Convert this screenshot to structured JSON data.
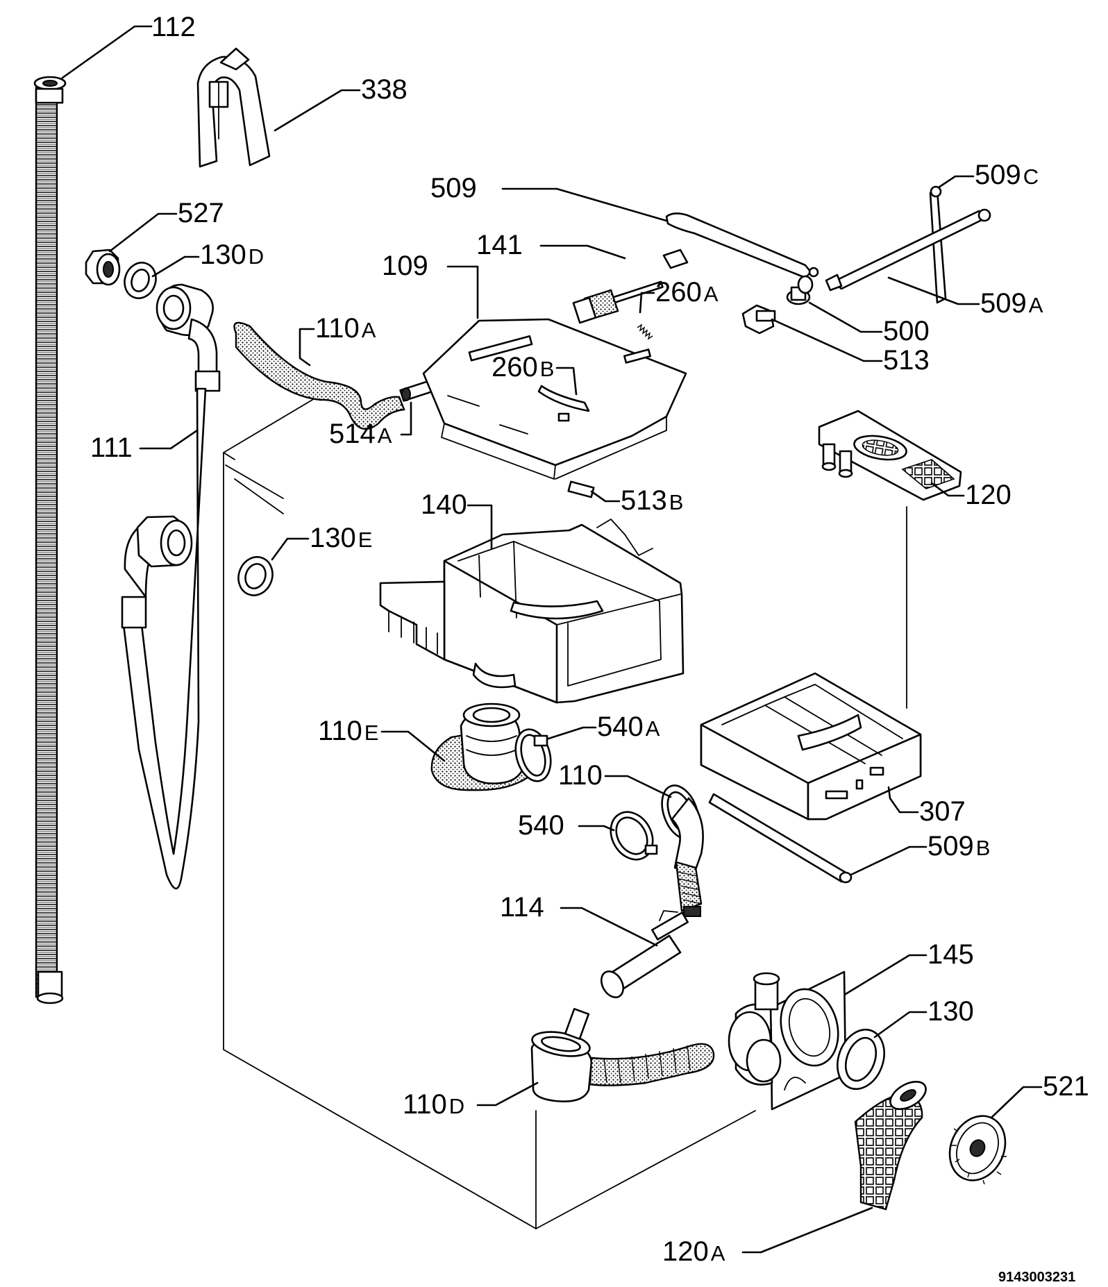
{
  "diagram": {
    "labels": [
      {
        "key": "112",
        "main": "112",
        "suffix": ""
      },
      {
        "key": "338",
        "main": "338",
        "suffix": ""
      },
      {
        "key": "527",
        "main": "527",
        "suffix": ""
      },
      {
        "key": "130D",
        "main": "130",
        "suffix": "D"
      },
      {
        "key": "509",
        "main": "509",
        "suffix": ""
      },
      {
        "key": "509C",
        "main": "509",
        "suffix": "C"
      },
      {
        "key": "141",
        "main": "141",
        "suffix": ""
      },
      {
        "key": "109",
        "main": "109",
        "suffix": ""
      },
      {
        "key": "260A",
        "main": "260",
        "suffix": "A"
      },
      {
        "key": "509A",
        "main": "509",
        "suffix": "A"
      },
      {
        "key": "110A",
        "main": "110",
        "suffix": "A"
      },
      {
        "key": "500",
        "main": "500",
        "suffix": ""
      },
      {
        "key": "513",
        "main": "513",
        "suffix": ""
      },
      {
        "key": "260B",
        "main": "260",
        "suffix": "B"
      },
      {
        "key": "514A",
        "main": "514",
        "suffix": "A"
      },
      {
        "key": "111",
        "main": "111",
        "suffix": ""
      },
      {
        "key": "120",
        "main": "120",
        "suffix": ""
      },
      {
        "key": "513B",
        "main": "513",
        "suffix": "B"
      },
      {
        "key": "140",
        "main": "140",
        "suffix": ""
      },
      {
        "key": "130E",
        "main": "130",
        "suffix": "E"
      },
      {
        "key": "110E",
        "main": "110",
        "suffix": "E"
      },
      {
        "key": "540A",
        "main": "540",
        "suffix": "A"
      },
      {
        "key": "110",
        "main": "110",
        "suffix": ""
      },
      {
        "key": "307",
        "main": "307",
        "suffix": ""
      },
      {
        "key": "540",
        "main": "540",
        "suffix": ""
      },
      {
        "key": "509B",
        "main": "509",
        "suffix": "B"
      },
      {
        "key": "114",
        "main": "114",
        "suffix": ""
      },
      {
        "key": "145",
        "main": "145",
        "suffix": ""
      },
      {
        "key": "130",
        "main": "130",
        "suffix": ""
      },
      {
        "key": "521",
        "main": "521",
        "suffix": ""
      },
      {
        "key": "110D",
        "main": "110",
        "suffix": "D"
      },
      {
        "key": "120A",
        "main": "120",
        "suffix": "A"
      }
    ],
    "document_number": "9143003231"
  }
}
